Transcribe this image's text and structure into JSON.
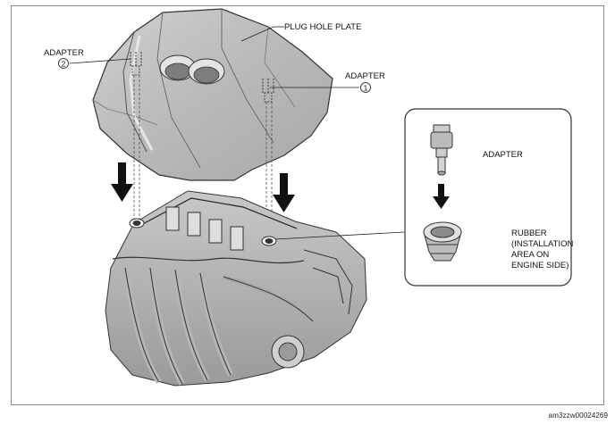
{
  "labels": {
    "plug_hole_plate": "PLUG HOLE PLATE",
    "adapter_left": "ADAPTER",
    "adapter_left_num": "2",
    "adapter_right": "ADAPTER",
    "adapter_right_num": "1",
    "inset_adapter": "ADAPTER",
    "rubber_lines": [
      "RUBBER",
      "(INSTALLATION",
      "AREA ON",
      "ENGINE SIDE)"
    ]
  },
  "figure_code": "am3zzw00024269"
}
